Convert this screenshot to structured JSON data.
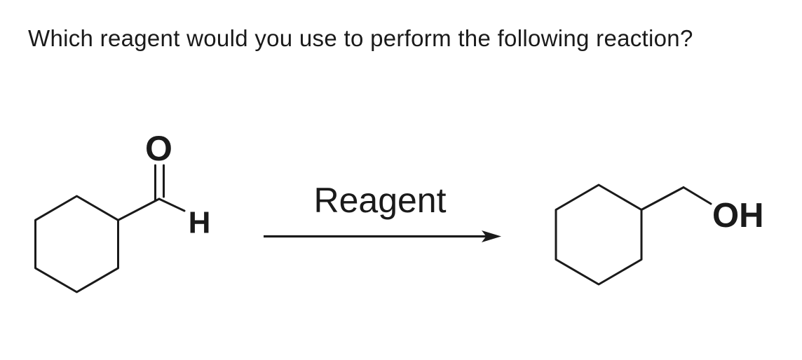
{
  "colors": {
    "background": "#ffffff",
    "ink": "#1a1a1a"
  },
  "question": "Which reagent would you use to perform the following reaction?",
  "reaction": {
    "reactant": {
      "carbonyl_oxygen_label": "O",
      "aldehyde_hydrogen_label": "H"
    },
    "arrow": {
      "label": "Reagent"
    },
    "product": {
      "hydroxyl_label": "OH"
    }
  }
}
